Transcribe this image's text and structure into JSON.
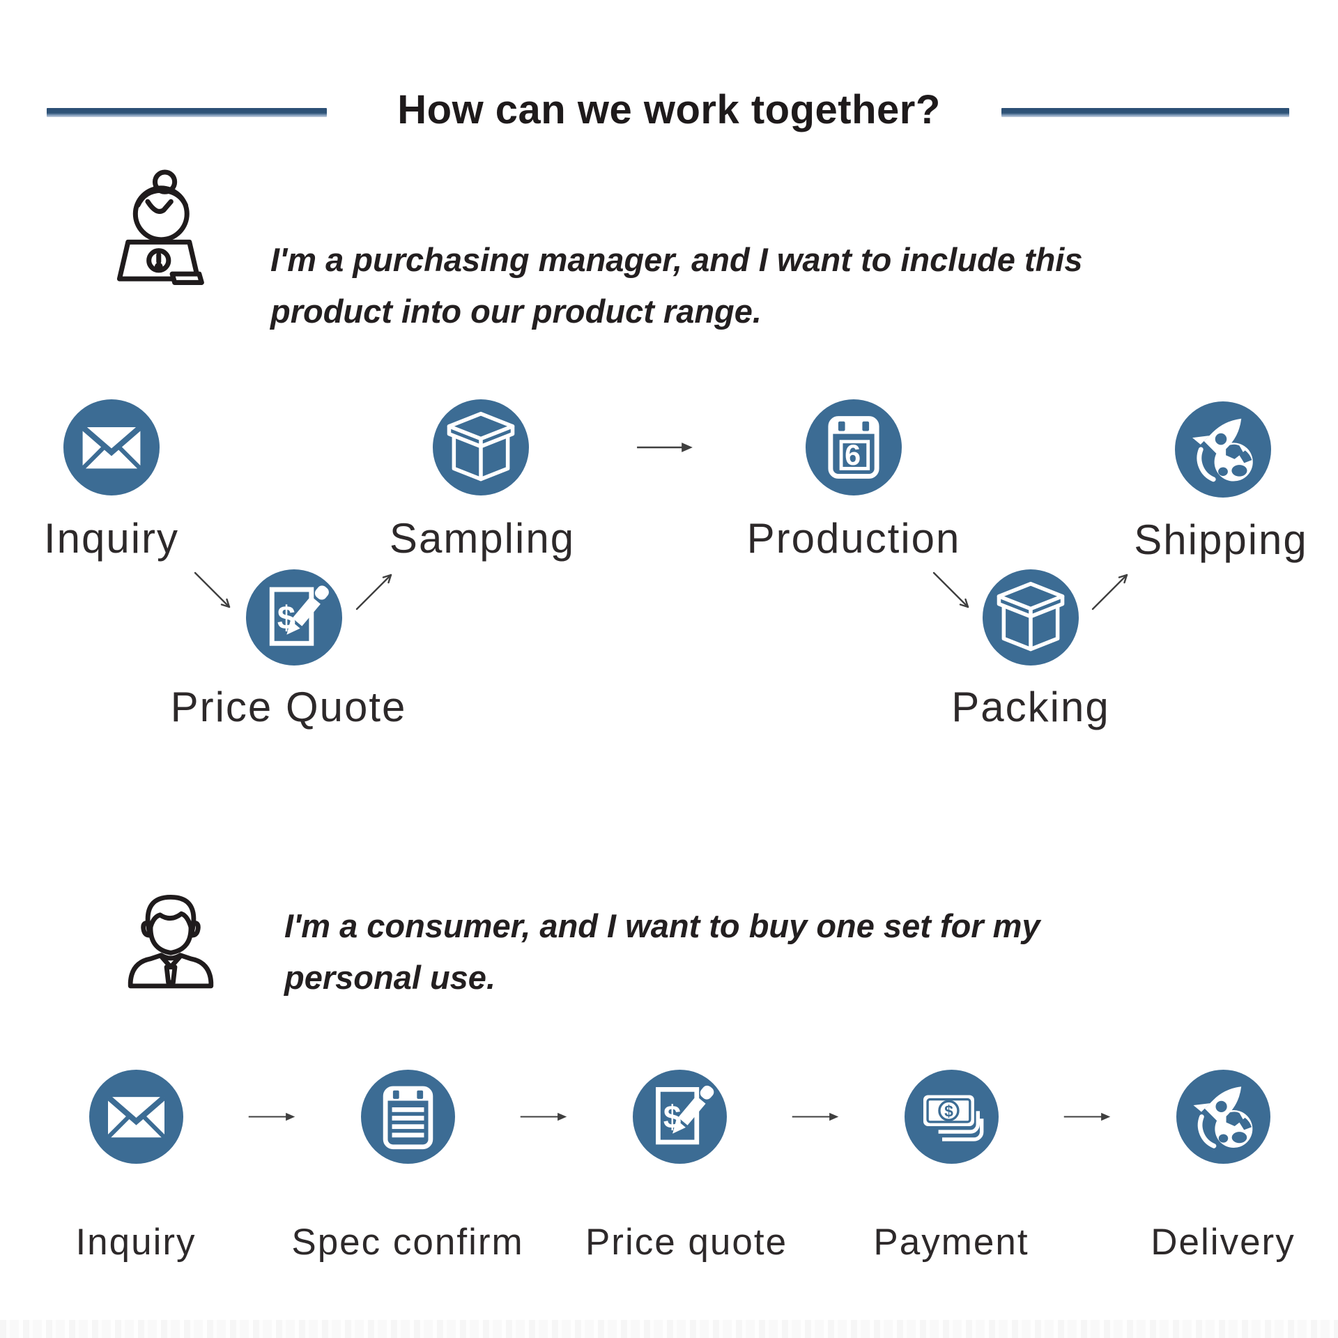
{
  "title": "How can we work together?",
  "colors": {
    "accent_blue": "#3c6c94",
    "divider_navy": "#2b4e74",
    "text_dark": "#231f20",
    "arrow_gray": "#3f3f3f"
  },
  "personas": [
    {
      "icon": "woman-at-laptop-icon",
      "quote_line1": "I'm a purchasing manager, and I want to include this",
      "quote_line2": "product into our product range."
    },
    {
      "icon": "man-consumer-icon",
      "quote_line1": "I'm a consumer, and I want to buy one set for my",
      "quote_line2": "personal use."
    }
  ],
  "flow1": {
    "steps": [
      {
        "label": "Inquiry",
        "icon": "envelope-icon"
      },
      {
        "label": "Price Quote",
        "icon": "price-quote-icon"
      },
      {
        "label": "Sampling",
        "icon": "box-icon"
      },
      {
        "label": "Production",
        "icon": "calendar-icon"
      },
      {
        "label": "Packing",
        "icon": "box-icon"
      },
      {
        "label": "Shipping",
        "icon": "rocket-globe-icon"
      }
    ]
  },
  "flow2": {
    "steps": [
      {
        "label": "Inquiry",
        "icon": "envelope-icon"
      },
      {
        "label": "Spec confirm",
        "icon": "spec-sheet-icon"
      },
      {
        "label": "Price quote",
        "icon": "price-quote-icon"
      },
      {
        "label": "Payment",
        "icon": "banknotes-icon"
      },
      {
        "label": "Delivery",
        "icon": "rocket-globe-icon"
      }
    ]
  },
  "icon_glyphs": {
    "calendar_day": "6",
    "currency": "$"
  }
}
